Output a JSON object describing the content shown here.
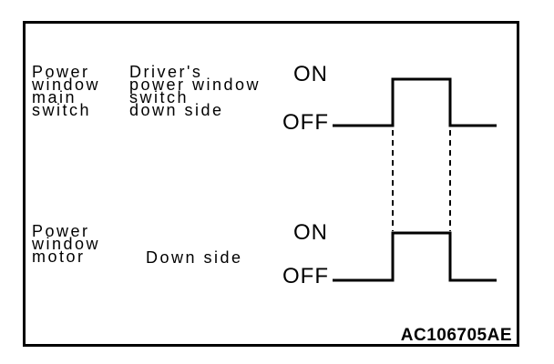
{
  "figure": {
    "type": "timing-diagram",
    "figure_id": "AC106705AE",
    "background_color": "#ffffff",
    "line_color": "#000000",
    "rows": [
      {
        "component": "Power\nwindow\nmain\nswitch",
        "signal": "Driver's\npower window\nswitch\ndown side",
        "on_label": "ON",
        "off_label": "OFF",
        "waveform_sequence": [
          "OFF",
          "ON",
          "OFF"
        ]
      },
      {
        "component": "Power\nwindow\nmotor",
        "signal": "Down side",
        "on_label": "ON",
        "off_label": "OFF",
        "waveform_sequence": [
          "OFF",
          "ON",
          "OFF"
        ]
      }
    ],
    "sync": {
      "dashed_line_count": 2,
      "meaning": "pulse edges aligned between switch and motor"
    }
  }
}
